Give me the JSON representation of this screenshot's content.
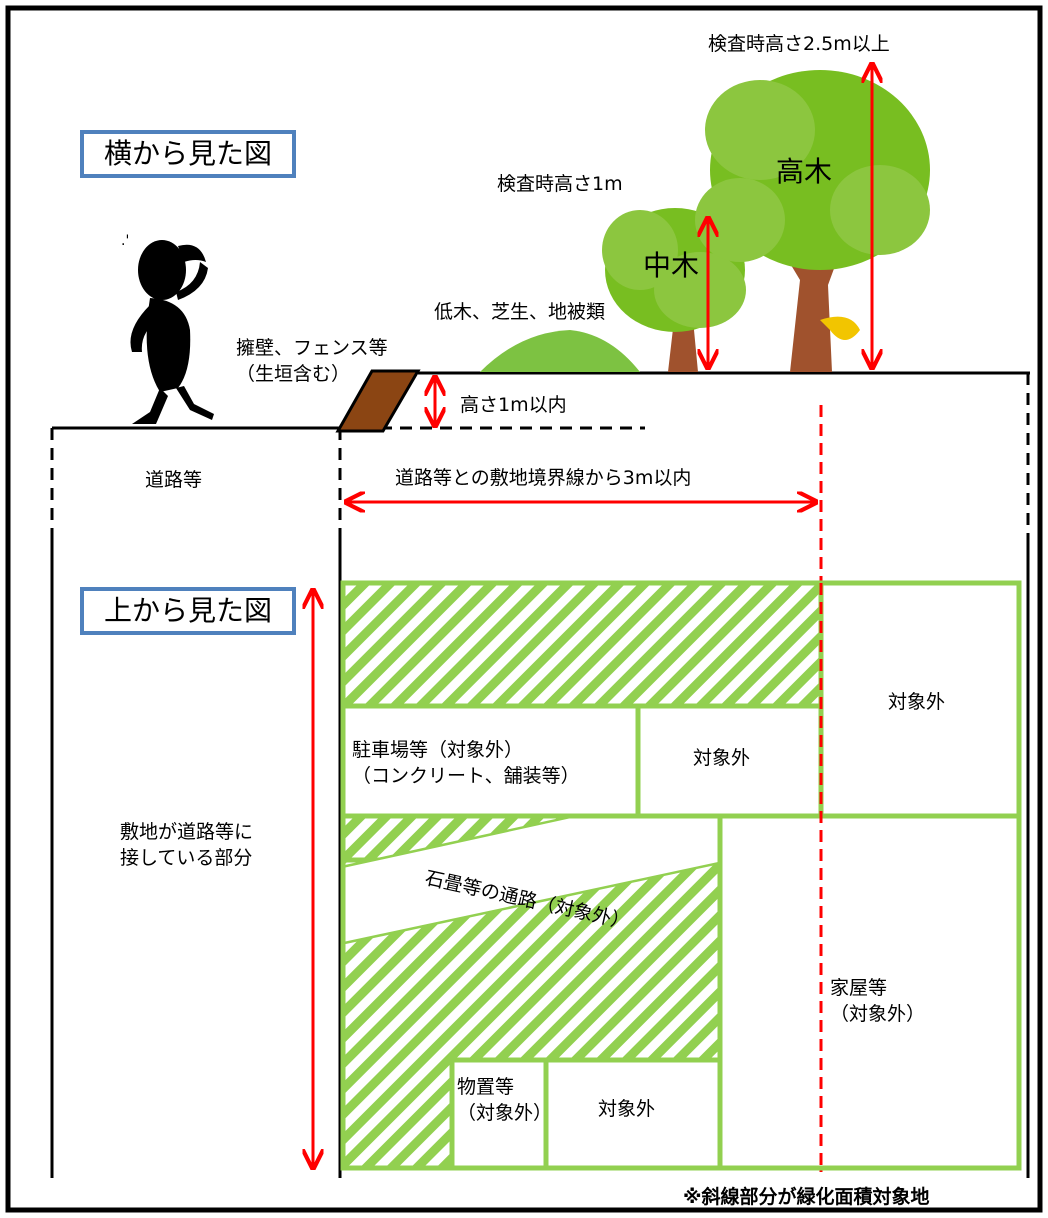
{
  "side_view": {
    "title": "横から見た図",
    "labels": {
      "height_inspection_tall": "検査時高さ2.5m以上",
      "height_inspection_mid": "検査時高さ1m",
      "low_plants": "低木、芝生、地被類",
      "wall_fence": "擁壁、フェンス等\n（生垣含む）",
      "height_limit": "高さ1m以内",
      "road": "道路等",
      "boundary_distance": "道路等との敷地境界線から3m以内",
      "tall_tree": "高木",
      "mid_tree": "中木"
    }
  },
  "top_view": {
    "title": "上から見た図",
    "frontage_label": "敷地が道路等に\n接している部分",
    "parking": "駐車場等（対象外）\n（コンクリート、舗装等）",
    "excluded": "対象外",
    "path": "石畳等の通路（対象外）",
    "house": "家屋等\n（対象外）",
    "storage": "物置等\n（対象外）",
    "note": "※斜線部分が緑化面積対象地"
  },
  "colors": {
    "frame": "#000000",
    "green": "#92d050",
    "red": "#ff0000",
    "title_border": "#4f81bd",
    "wall": "#8b4513"
  }
}
